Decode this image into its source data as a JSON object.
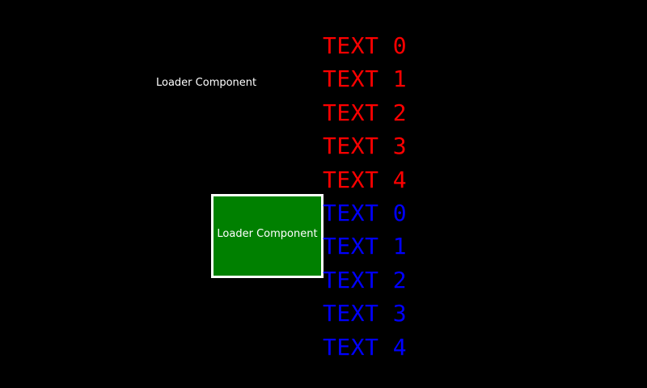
{
  "colors": {
    "background": "#000000",
    "loader_box_fill": "#008000",
    "loader_box_border": "#ffffff",
    "label_text": "#ffffff",
    "red_text": "#ff0000",
    "blue_text": "#0000ff"
  },
  "loader_label_top": "Loader Component",
  "loader_box": {
    "label": "Loader Component"
  },
  "red_texts": [
    "TEXT 0",
    "TEXT 1",
    "TEXT 2",
    "TEXT 3",
    "TEXT 4"
  ],
  "blue_texts": [
    "TEXT 0",
    "TEXT 1",
    "TEXT 2",
    "TEXT 3",
    "TEXT 4"
  ]
}
